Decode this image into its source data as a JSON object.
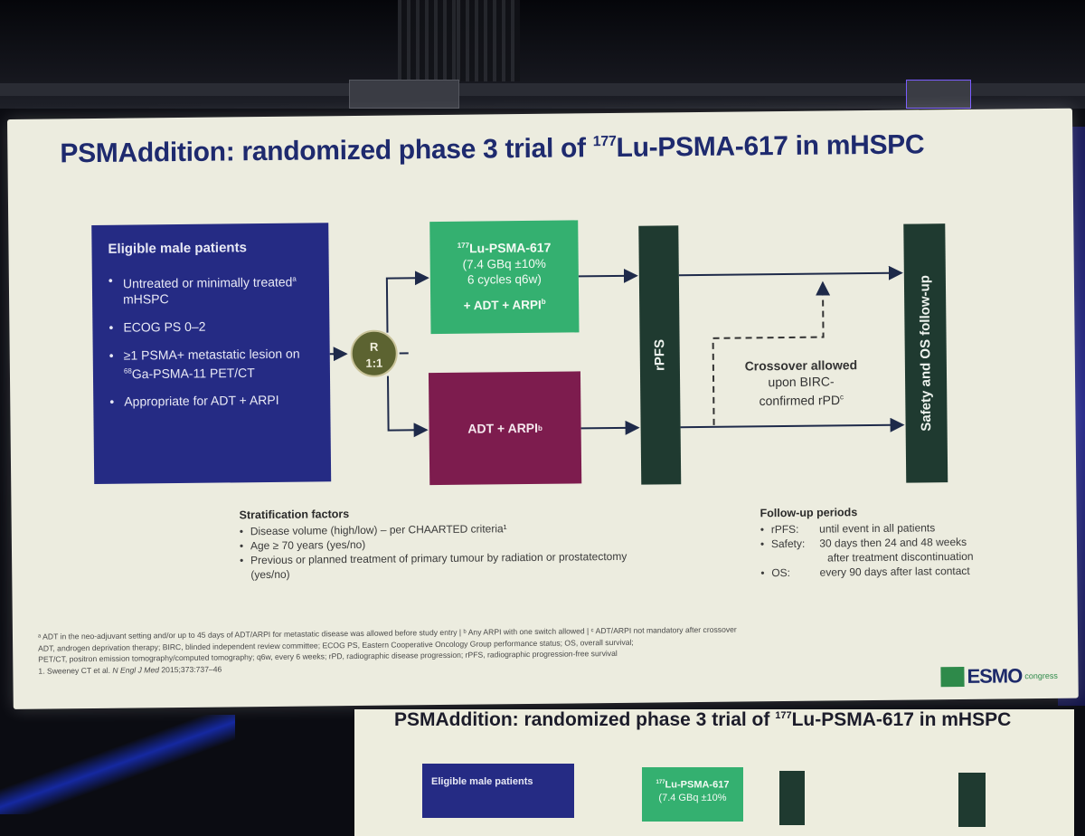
{
  "slide": {
    "title": "PSMAddition: randomized phase 3 trial of ",
    "title_sup": "177",
    "title_rest": "Lu-PSMA-617 in mHSPC",
    "eligibility": {
      "heading": "Eligible male patients",
      "items": [
        "Untreated or minimally treated",
        "mHSPC",
        "ECOG PS 0–2",
        "≥1 PSMA+ metastatic lesion on",
        "Ga-PSMA-11 PET/CT",
        "Appropriate for ADT + ARPI"
      ],
      "sup_a": "a",
      "sup_68": "68"
    },
    "randomization": {
      "line1": "R",
      "line2": "1:1"
    },
    "arm_lu": {
      "sup": "177",
      "name": "Lu-PSMA-617",
      "dose": "(7.4 GBq ±10%",
      "cycles": "6 cycles q6w)",
      "combo": "+ ADT + ARPI",
      "sup_b": "b"
    },
    "arm_adt": {
      "label": "ADT + ARPI",
      "sup_b": "b"
    },
    "rpfs_label": "rPFS",
    "safety_label": "Safety and OS follow-up",
    "crossover": {
      "line1": "Crossover allowed",
      "line2": "upon BIRC-",
      "line3": "confirmed rPD",
      "sup_c": "c"
    },
    "stratification": {
      "heading": "Stratification factors",
      "items": [
        "Disease volume (high/low) – per CHAARTED criteria¹",
        "Age ≥ 70 years (yes/no)",
        "Previous or planned treatment of primary tumour by radiation or prostatectomy (yes/no)"
      ]
    },
    "followup": {
      "heading": "Follow-up periods",
      "items": [
        {
          "key": "rPFS:",
          "value": "until event in all patients",
          "cont": ""
        },
        {
          "key": "Safety:",
          "value": "30 days then 24 and 48 weeks",
          "cont": "after treatment discontinuation"
        },
        {
          "key": "OS:",
          "value": "every 90 days after last contact",
          "cont": ""
        }
      ]
    },
    "footnotes": [
      "ᵃ ADT in the neo-adjuvant setting and/or up to 45 days of ADT/ARPI for metastatic disease was allowed before study entry | ᵇ Any ARPI with one switch allowed | ᶜ ADT/ARPI not mandatory after crossover",
      "ADT, androgen deprivation therapy; BIRC, blinded independent review committee; ECOG PS, Eastern Cooperative Oncology Group performance status; OS, overall survival;",
      "PET/CT, positron emission tomography/computed tomography; q6w, every 6 weeks; rPD, radiographic disease progression; rPFS, radiographic progression-free survival"
    ],
    "reference_prefix": "1. Sweeney CT et al. ",
    "reference_journal": "N Engl J Med",
    "reference_suffix": " 2015;373:737–46",
    "logo_text": "ESMO",
    "logo_sub": "congress"
  },
  "second_screen": {
    "title": "PSMAddition: randomized phase 3 trial of ",
    "title_sup": "177",
    "title_rest": "Lu-PSMA-617 in mHSPC",
    "elig_heading": "Eligible male patients",
    "arm_sup": "177",
    "arm_name": "Lu-PSMA-617",
    "arm_dose": "(7.4 GBq ±10%"
  }
}
